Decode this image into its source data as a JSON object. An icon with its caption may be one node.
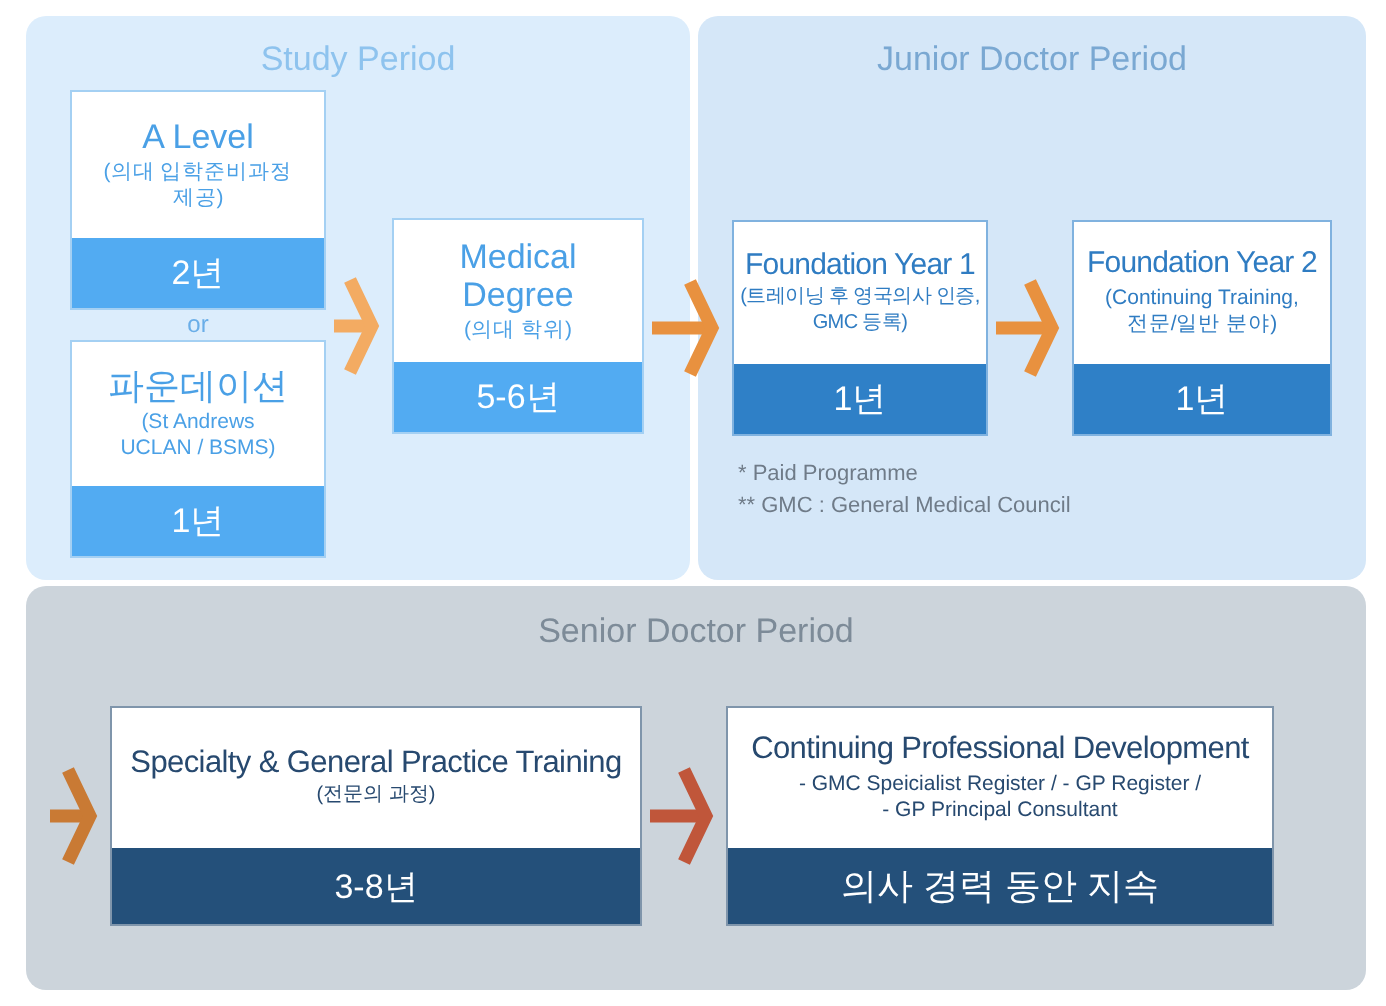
{
  "diagram": {
    "nodes": [
      {
        "text": [
          "Study Period"
        ]
      },
      {
        "text": [
          "A Level",
          "(의대 입학준비과정 제공)",
          "2년"
        ],
        "in": 0
      },
      {
        "text": [
          "파운데이션",
          "(St Andrews UCLAN / BSMS)",
          "1년"
        ],
        "in": 0
      },
      {
        "text": [
          "Medical Degree",
          "(의대 학위)",
          "5-6년"
        ],
        "in": 0
      },
      {
        "text": [
          "Junior Doctor Period"
        ]
      },
      {
        "text": [
          "Foundation Year 1",
          "(트레이닝 후 영국의사 인증, GMC 등록)",
          "1년"
        ],
        "in": 4
      },
      {
        "text": [
          "Foundation Year 2",
          "(Continuing Training, 전문/일반 분야)",
          "1년"
        ],
        "in": 4
      },
      {
        "text": [
          "Senior Doctor Period"
        ]
      },
      {
        "text": [
          "Specialty & General Practice Training",
          "(전문의 과정)",
          "3-8년"
        ],
        "in": 7
      },
      {
        "text": [
          "Continuing Professional Development",
          "- GMC Speicialist Register / - GP Register / - GP Principal Consultant",
          "의사 경력 동안 지속"
        ],
        "in": 7
      }
    ],
    "edges": [
      {
        "from": 1,
        "to": 3,
        "arrow": "to",
        "color": "#f3ab62"
      },
      {
        "from": 2,
        "to": 3,
        "arrow": "to",
        "color": "#f3ab62"
      },
      {
        "from": 3,
        "to": 5,
        "arrow": "to"
      },
      {
        "from": 5,
        "to": 6,
        "arrow": "to"
      },
      {
        "from": null,
        "to": 8,
        "arrow": "to",
        "color": "#c97a34"
      },
      {
        "from": 8,
        "to": 9,
        "arrow": "to",
        "color": "#c0563a"
      }
    ],
    "labels": [
      "or",
      "* Paid Programme",
      "** GMC : General Medical Council"
    ]
  }
}
